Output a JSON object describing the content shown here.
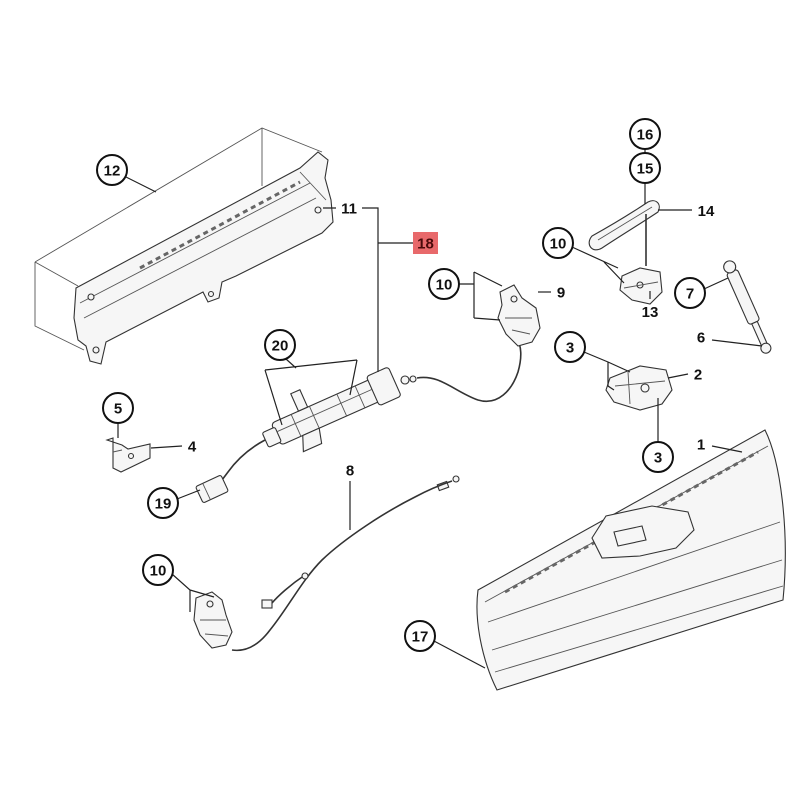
{
  "diagram": {
    "highlight_color": "#e8696b",
    "callouts": [
      "12",
      "11",
      "18",
      "10",
      "9",
      "16",
      "15",
      "14",
      "10",
      "7",
      "13",
      "6",
      "3",
      "2",
      "1",
      "3",
      "20",
      "5",
      "4",
      "19",
      "8",
      "10",
      "17"
    ]
  }
}
